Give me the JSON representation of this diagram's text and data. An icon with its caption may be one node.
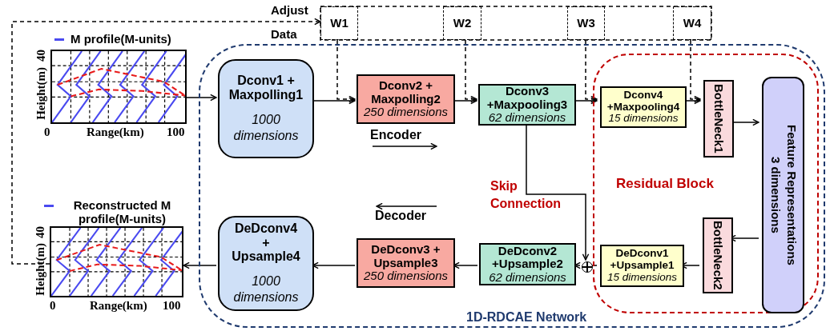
{
  "diagram": {
    "nodes": [
      {
        "text": [
          "1D-RDCAE Network"
        ]
      },
      {
        "text": [
          "Residual Block"
        ],
        "in": 0
      },
      {
        "text": [],
        "shape": "picture",
        "beside": [
          "40",
          "Height(m)",
          "0",
          "Range(km)",
          "100"
        ]
      },
      {
        "text": [],
        "shape": "picture",
        "beside": [
          "40",
          "Height(m)",
          "0",
          "Range(km)",
          "100"
        ]
      },
      {
        "text": [
          "W1"
        ]
      },
      {
        "text": [
          "W2"
        ]
      },
      {
        "text": [
          "W3"
        ]
      },
      {
        "text": [
          "W4"
        ]
      },
      {
        "text": [
          "Dconv1 + Maxpolling1",
          "1000 dimensions"
        ],
        "in": 0
      },
      {
        "text": [
          "Dconv2 + Maxpolling2",
          "250 dimensions"
        ],
        "in": 0
      },
      {
        "text": [
          "Dconv3 +Maxpooling3",
          "62 dimensions"
        ],
        "in": 0
      },
      {
        "text": [
          "Dconv4 +Maxpooling4",
          "15 dimensions"
        ],
        "in": 1
      },
      {
        "text": [
          "BottleNeck1"
        ],
        "in": 1
      },
      {
        "text": [
          "Feature Representations",
          "3 dimensions"
        ],
        "in": 1
      },
      {
        "text": [
          "BottleNeck2"
        ],
        "in": 1
      },
      {
        "text": [
          "DeDconv1 +Upsample1",
          "15 dimensions"
        ],
        "in": 1
      },
      {
        "text": [],
        "shape": "circle",
        "in": 0
      },
      {
        "text": [
          "DeDconv2 +Upsample2",
          "62 dimensions"
        ],
        "in": 0
      },
      {
        "text": [
          "DeDconv3 + Upsample3",
          "250 dimensions"
        ],
        "in": 0
      },
      {
        "text": [
          "DeDconv4 + Upsample4",
          "1000 dimensions"
        ],
        "in": 0
      }
    ],
    "edges": [
      {
        "from": 2,
        "to": 8,
        "arrow": "to"
      },
      {
        "from": 8,
        "to": 9,
        "arrow": "to"
      },
      {
        "from": 9,
        "to": 10,
        "arrow": "to"
      },
      {
        "from": 10,
        "to": 11,
        "arrow": "to"
      },
      {
        "from": 11,
        "to": 12,
        "arrow": "to"
      },
      {
        "from": 12,
        "to": 13,
        "arrow": "to"
      },
      {
        "from": 13,
        "to": 14,
        "arrow": "to"
      },
      {
        "from": 14,
        "to": 15,
        "arrow": "to"
      },
      {
        "from": 15,
        "to": 16,
        "arrow": "none"
      },
      {
        "from": 16,
        "to": 17,
        "arrow": "to"
      },
      {
        "from": 17,
        "to": 18,
        "arrow": "to"
      },
      {
        "from": 18,
        "to": 19,
        "arrow": "to"
      },
      {
        "from": 19,
        "to": 3,
        "arrow": "to"
      },
      {
        "from": 10,
        "to": 16,
        "arrow": "to",
        "label": "Skip Connection"
      },
      {
        "from": 3,
        "to": 4,
        "arrow": "to",
        "label": "Adjust Data",
        "style": "dashed"
      },
      {
        "from": 4,
        "to": 9,
        "arrow": "to",
        "style": "dashed"
      },
      {
        "from": 5,
        "to": 10,
        "arrow": "to",
        "style": "dashed"
      },
      {
        "from": 6,
        "to": 11,
        "arrow": "to",
        "style": "dashed"
      },
      {
        "from": 7,
        "to": 12,
        "arrow": "to",
        "style": "dashed"
      }
    ],
    "labels": [
      "Encoder",
      "Decoder"
    ],
    "legend": [
      {
        "text": "M profile(M-units)"
      },
      {
        "text": "Reconstructed M profile(M-units)"
      }
    ]
  }
}
